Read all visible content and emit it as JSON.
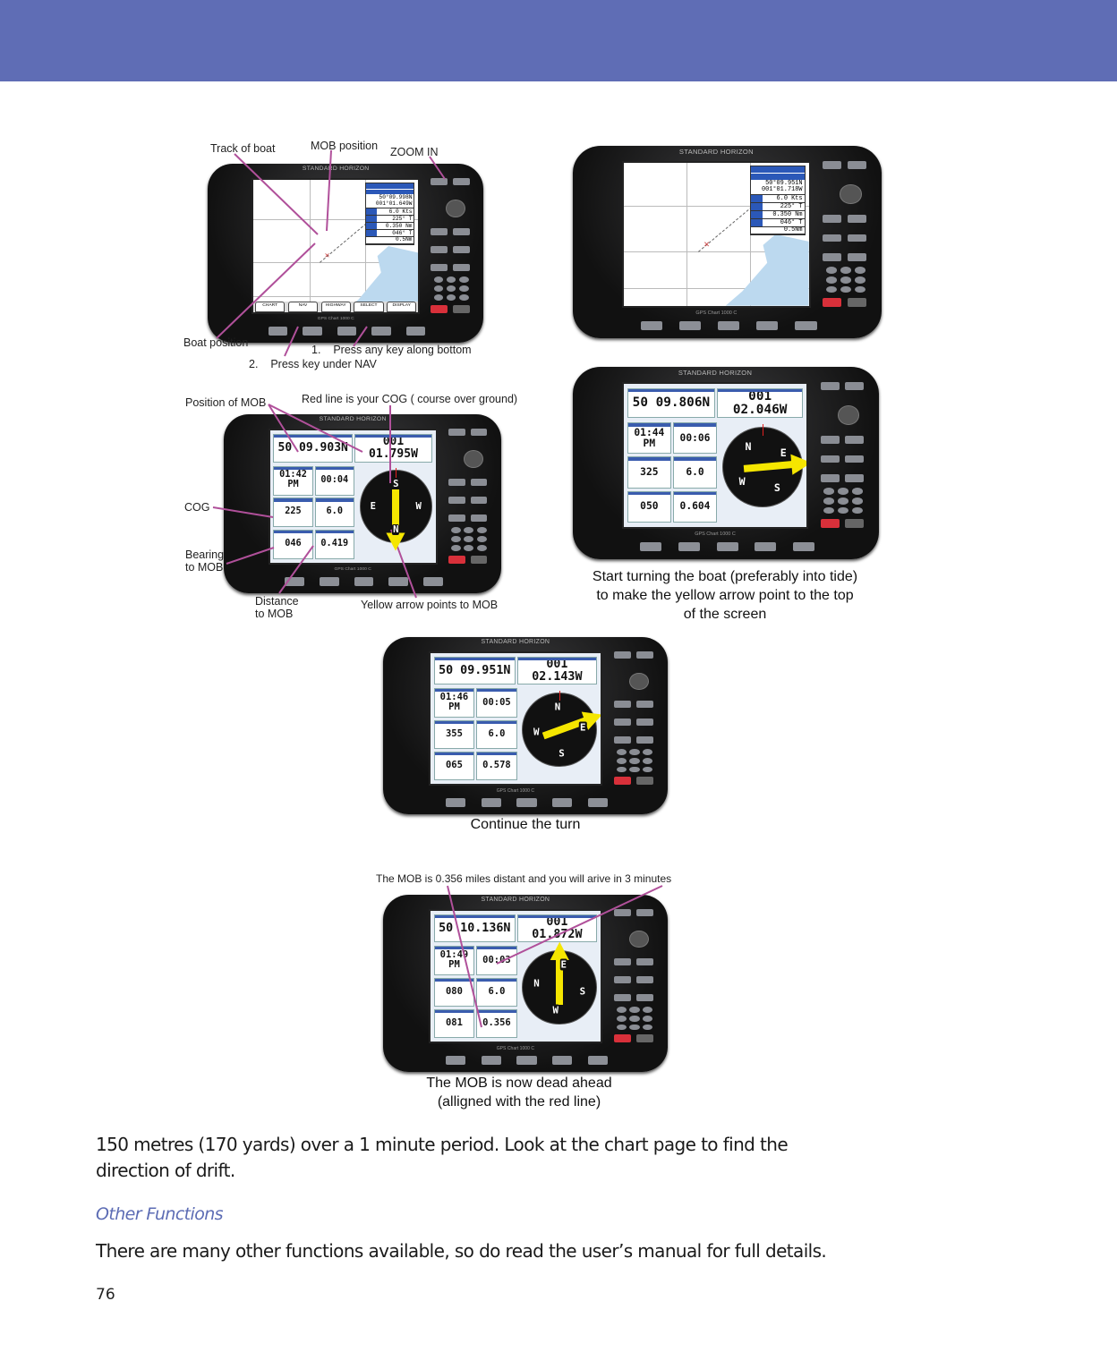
{
  "annotations": {
    "track_of_boat": "Track of boat",
    "mob_position": "MOB position",
    "zoom_in": "ZOOM IN",
    "boat_position": "Boat position",
    "step1": "1.    Press any key along bottom",
    "step2": "2.    Press key under NAV",
    "position_of_mob": "Position of MOB",
    "red_line": "Red line is your COG ( course over ground)",
    "cog": "COG",
    "bearing_to_mob_1": "Bearing",
    "bearing_to_mob_2": "to MOB",
    "distance_to_mob_1": "Distance",
    "distance_to_mob_2": "to MOB",
    "yellow_arrow": "Yellow arrow points to MOB",
    "turn_caption_1": "Start turning the boat (preferably into tide)",
    "turn_caption_2": "to make the yellow arrow point to the top",
    "turn_caption_3": "of the screen",
    "continue_turn": "Continue the turn",
    "mob_distant": "The MOB is 0.356 miles distant and you will arive in 3 minutes",
    "dead_ahead_1": "The MOB is now dead ahead",
    "dead_ahead_2": "(alligned with the red line)"
  },
  "annotation_color": "#b0509a",
  "devices": [
    {
      "type": "chart",
      "brand": "STANDARD HORIZON",
      "model": "GPS Chart 1000 C",
      "position": "50°09.998N 001°01.649W",
      "rows": [
        "6.0 Kts",
        "225° T",
        "0.350 Nm",
        "046° T"
      ],
      "scale": "0.5Nm",
      "softkeys": [
        "CHART",
        "NAV",
        "HIGHWAY",
        "SELECT",
        "DISPLAY"
      ]
    },
    {
      "type": "chart",
      "brand": "STANDARD HORIZON",
      "model": "GPS Chart 1000 C",
      "position": "50°09.951N 001°01.718W",
      "rows": [
        "6.0 Kts",
        "225° T",
        "0.350 Nm",
        "046° T"
      ],
      "scale": "0.5Nm",
      "softkeys": []
    },
    {
      "type": "nav",
      "brand": "STANDARD HORIZON",
      "model": "GPS Chart 1000 C",
      "lat": "50 09.903N",
      "lon": "001 01.795W",
      "time": "01:42 PM",
      "ttg": "00:04",
      "cog": "225",
      "sog": "6.0",
      "brg": "046",
      "dst": "0.419",
      "arrow_deg": 180,
      "rose_deg": 180
    },
    {
      "type": "nav",
      "brand": "STANDARD HORIZON",
      "model": "GPS Chart 1000 C",
      "lat": "50 09.806N",
      "lon": "001 02.046W",
      "time": "01:44 PM",
      "ttg": "00:06",
      "cog": "325",
      "sog": "6.0",
      "brg": "050",
      "dst": "0.604",
      "arrow_deg": 85,
      "rose_deg": -35
    },
    {
      "type": "nav",
      "brand": "STANDARD HORIZON",
      "model": "GPS Chart 1000 C",
      "lat": "50 09.951N",
      "lon": "001 02.143W",
      "time": "01:46 PM",
      "ttg": "00:05",
      "cog": "355",
      "sog": "6.0",
      "brg": "065",
      "dst": "0.578",
      "arrow_deg": 70,
      "rose_deg": -5
    },
    {
      "type": "nav",
      "brand": "STANDARD HORIZON",
      "model": "GPS Chart 1000 C",
      "lat": "50 10.136N",
      "lon": "001 01.872W",
      "time": "01:49 PM",
      "ttg": "00:03",
      "cog": "080",
      "sog": "6.0",
      "brg": "081",
      "dst": "0.356",
      "arrow_deg": 0,
      "rose_deg": -80
    }
  ],
  "compass_letters": [
    "N",
    "E",
    "S",
    "W"
  ],
  "body": {
    "para1": "150 metres (170 yards) over a 1 minute period. Look at the chart page to find the",
    "para1b": "direction of drift.",
    "heading": "Other Functions",
    "para2": "There are many other functions available, so do read the user’s manual for full details.",
    "page_number": "76"
  }
}
